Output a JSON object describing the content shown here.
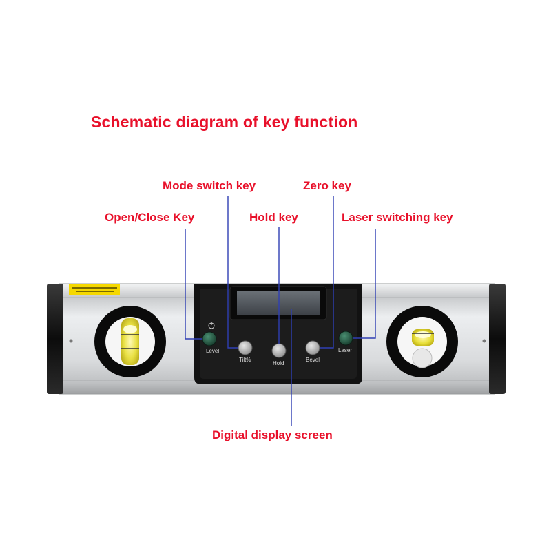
{
  "title": "Schematic diagram of key function",
  "callouts": {
    "mode_switch_key": "Mode switch key",
    "zero_key": "Zero key",
    "open_close_key": "Open/Close Key",
    "hold_key": "Hold key",
    "laser_switching_key": "Laser switching key",
    "digital_display_screen": "Digital display screen"
  },
  "device": {
    "buttons": {
      "level": "Level",
      "tilt": "Tilt%",
      "hold": "Hold",
      "bevel": "Bevel",
      "laser": "Laser"
    },
    "power_symbol": "power-icon"
  },
  "colors": {
    "label_red": "#e8102a",
    "leader_blue": "#2f3fb3",
    "button_green": "#1f4d3a",
    "button_gray": "#b9b9b9",
    "body_silver": "#d4d6d8",
    "end_cap_black": "#111111"
  }
}
